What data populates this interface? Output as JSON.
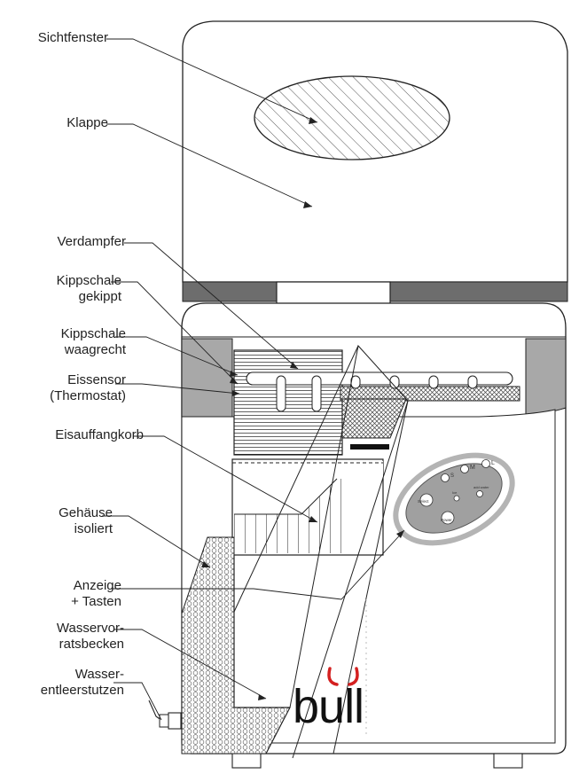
{
  "labels": {
    "sichtfenster": "Sichtfenster",
    "klappe": "Klappe",
    "verdampfer": "Verdampfer",
    "kippschale_gekippt": [
      "Kippschale",
      "gekippt"
    ],
    "kippschale_waagrecht": [
      "Kippschale",
      "waagrecht"
    ],
    "eissensor": [
      "Eissensor",
      "(Thermostat)"
    ],
    "eisauffangkorb": "Eisauffangkorb",
    "gehaeuse": [
      "Gehäuse",
      "isoliert"
    ],
    "anzeige": [
      "Anzeige",
      "+ Tasten"
    ],
    "wasservorratsbecken": [
      "Wasservor-",
      "ratsbecken"
    ],
    "wasserentleerstutzen": [
      "Wasser-",
      "entleerstutzen"
    ]
  },
  "panel": {
    "size_s": "S",
    "size_m": "M",
    "size_l": "L",
    "select": "Select",
    "ice": "Ice",
    "add_water": "add water",
    "power": "Power"
  },
  "brand": "bull",
  "colors": {
    "stroke": "#222222",
    "band": "#6d6d6d",
    "side_panel": "#a8a8a8",
    "display_panel": "#a0a0a0",
    "display_ring": "#b4b4b4",
    "logo_accent": "#d42020"
  }
}
